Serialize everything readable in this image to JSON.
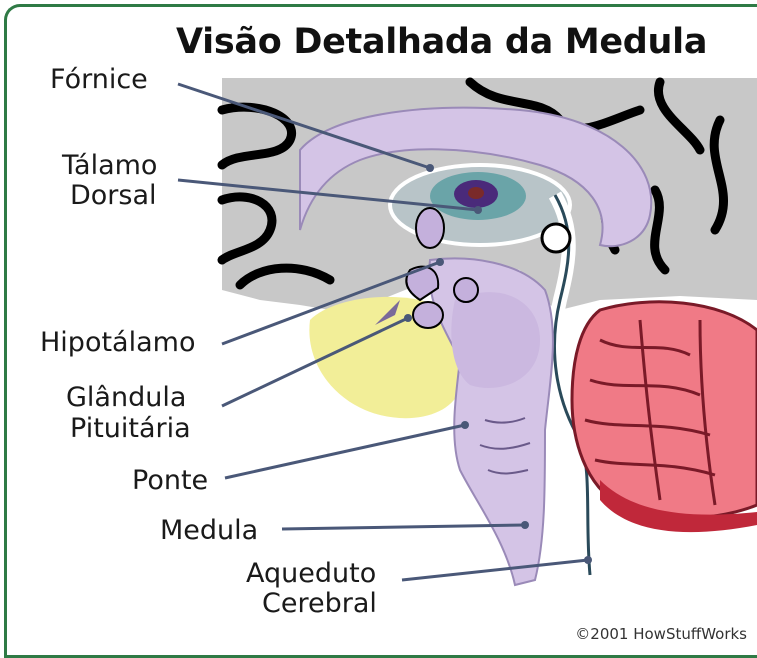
{
  "title": "Visão Detalhada da Medula",
  "labels": {
    "fornix": "Fórnice",
    "thalamus_line1": "Tálamo",
    "thalamus_line2": "Dorsal",
    "hypothalamus": "Hipotálamo",
    "pituitary_line1": "Glândula",
    "pituitary_line2": "Pituitária",
    "pons": "Ponte",
    "medulla": "Medula",
    "aqueduct_line1": "Aqueduto",
    "aqueduct_line2": "Cerebral"
  },
  "credit": "©2001 HowStuffWorks",
  "colors": {
    "frame": "#2f7a45",
    "cortex": "#c8c8c8",
    "brainstem": "#d4c4e6",
    "cerebellum": "#f07a86",
    "pituitary_area": "#f2ee98",
    "leader_line": "#4a5878"
  }
}
